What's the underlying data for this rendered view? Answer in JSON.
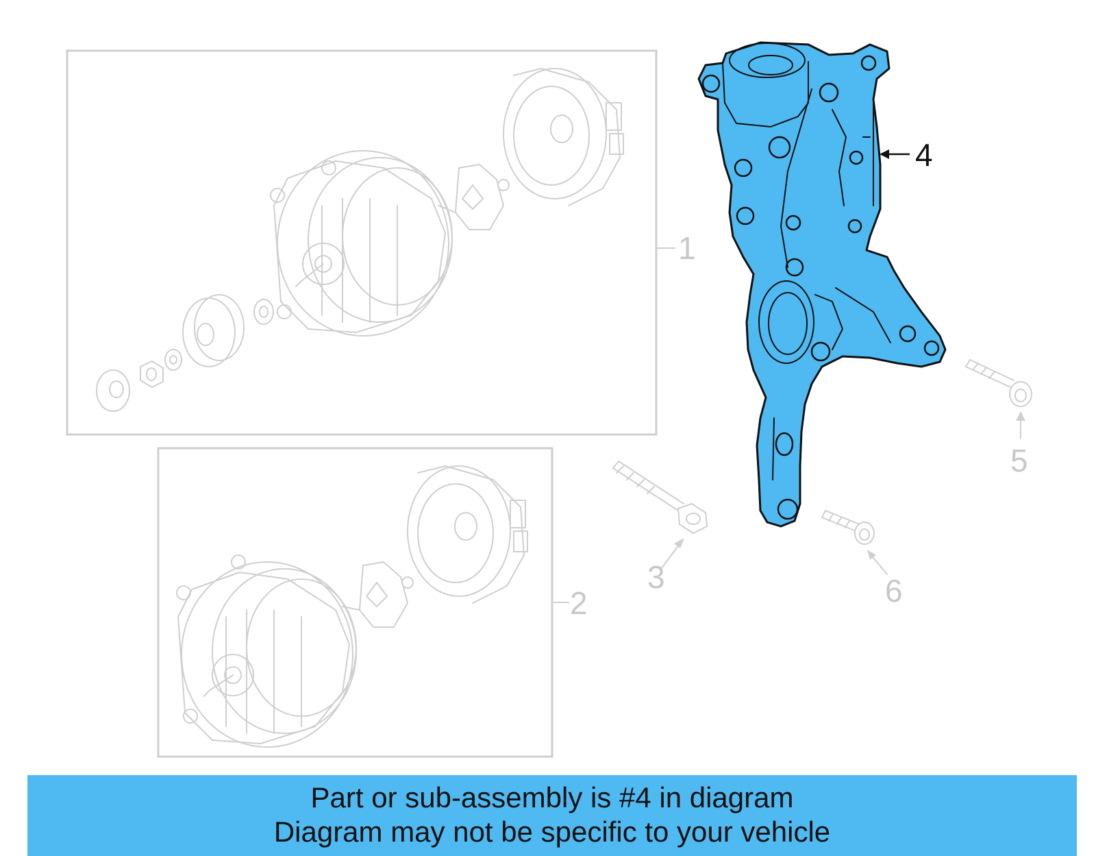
{
  "callouts": {
    "c1": "1",
    "c2": "2",
    "c3": "3",
    "c4": "4",
    "c5": "5",
    "c6": "6"
  },
  "banner": {
    "line1": "Part or sub-assembly is #4 in diagram",
    "line2": "Diagram may not be specific to your vehicle"
  },
  "colors": {
    "highlight": "#4fbaf2",
    "faint_line": "#cfcfcf"
  }
}
